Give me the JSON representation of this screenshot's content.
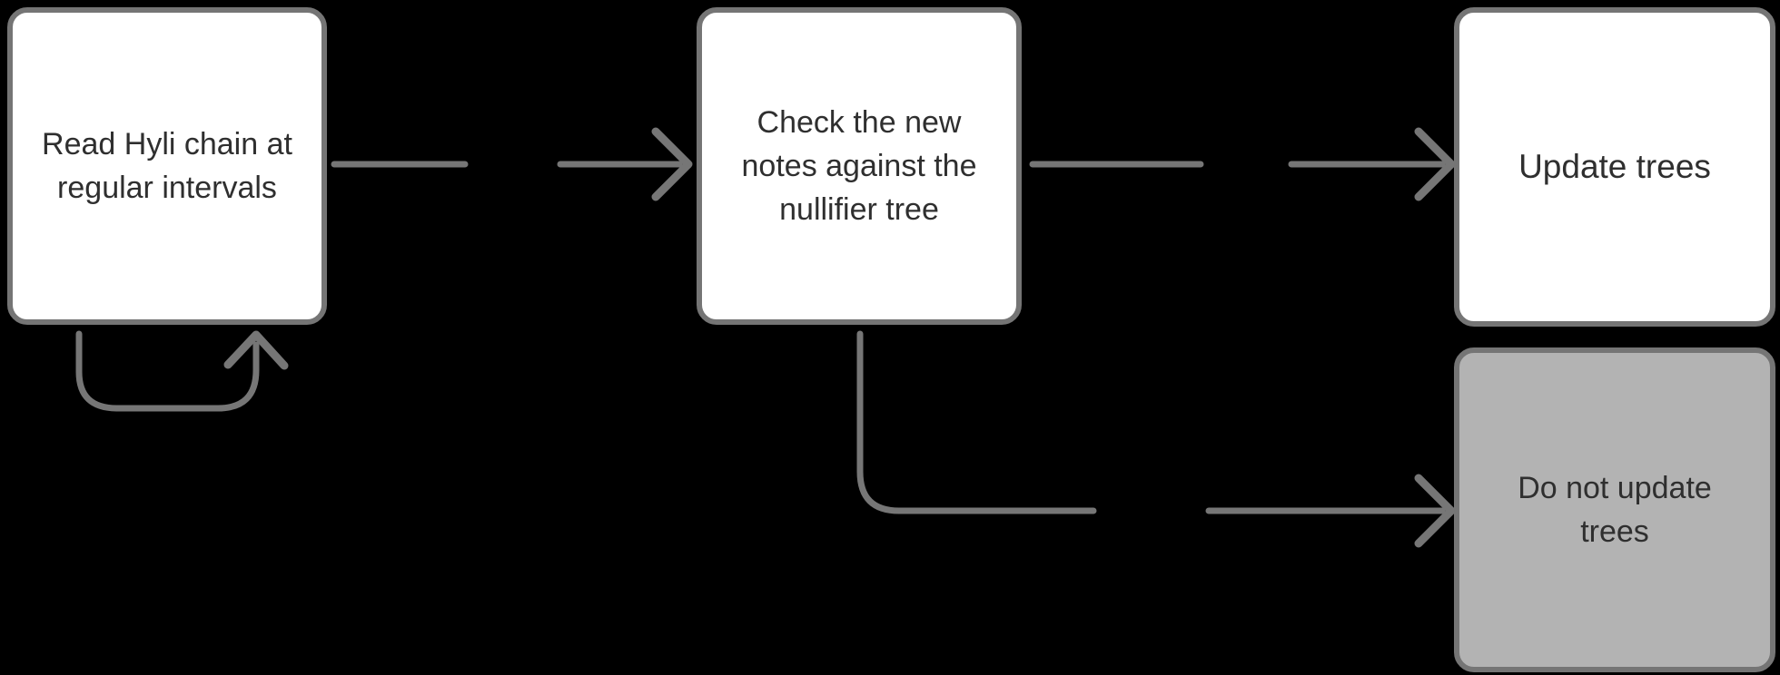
{
  "diagram": {
    "type": "flowchart",
    "colors": {
      "background": "#000000",
      "edge_stroke": "#767676",
      "node_border": "#757575",
      "node_fill": "#ffffff",
      "muted_node_fill": "#b3b3b3",
      "text": "#2f2f2f"
    },
    "nodes": [
      {
        "id": "read-chain",
        "label": "Read Hyli chain at\nregular intervals",
        "fill": "#ffffff"
      },
      {
        "id": "check-notes",
        "label": "Check the new\nnotes against the\nnullifier tree",
        "fill": "#ffffff"
      },
      {
        "id": "update-trees",
        "label": "Update trees",
        "fill": "#ffffff"
      },
      {
        "id": "do-not-update-trees",
        "label": "Do not update\ntrees",
        "fill": "#b3b3b3"
      }
    ],
    "edges": [
      {
        "from": "read-chain",
        "to": "read-chain",
        "kind": "self-loop"
      },
      {
        "from": "read-chain",
        "to": "check-notes",
        "kind": "arrow"
      },
      {
        "from": "check-notes",
        "to": "update-trees",
        "kind": "arrow"
      },
      {
        "from": "check-notes",
        "to": "do-not-update-trees",
        "kind": "elbow-arrow"
      }
    ]
  }
}
